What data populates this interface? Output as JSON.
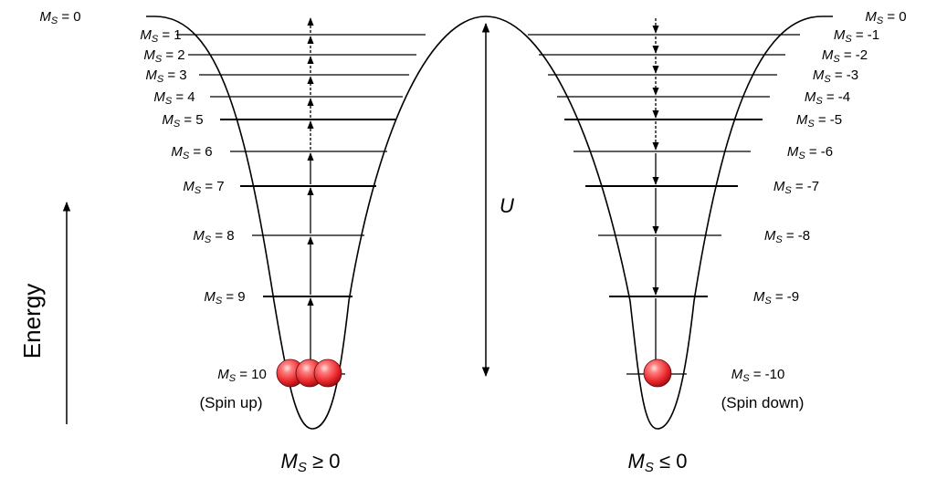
{
  "diagram": {
    "energy_label": "Energy",
    "barrier_label": "U",
    "left_well": {
      "bottom_label_var": "M",
      "bottom_label_sub": "S",
      "bottom_label_rel": " ≥ 0",
      "spin_label": "(Spin up)",
      "levels": [
        {
          "ms": "0"
        },
        {
          "ms": "1"
        },
        {
          "ms": "2"
        },
        {
          "ms": "3"
        },
        {
          "ms": "4"
        },
        {
          "ms": "5"
        },
        {
          "ms": "6"
        },
        {
          "ms": "7"
        },
        {
          "ms": "8"
        },
        {
          "ms": "9"
        },
        {
          "ms": "10"
        }
      ],
      "particle_count": 3
    },
    "right_well": {
      "bottom_label_var": "M",
      "bottom_label_sub": "S",
      "bottom_label_rel": " ≤ 0",
      "spin_label": "(Spin down)",
      "levels": [
        {
          "ms": "0"
        },
        {
          "ms": "-1"
        },
        {
          "ms": "-2"
        },
        {
          "ms": "-3"
        },
        {
          "ms": "-4"
        },
        {
          "ms": "-5"
        },
        {
          "ms": "-6"
        },
        {
          "ms": "-7"
        },
        {
          "ms": "-8"
        },
        {
          "ms": "-9"
        },
        {
          "ms": "-10"
        }
      ],
      "particle_count": 1
    },
    "level_var": "M",
    "level_sub": "S",
    "level_eq": " = ",
    "particle_color": "#e8252a",
    "line_color": "#000000"
  }
}
